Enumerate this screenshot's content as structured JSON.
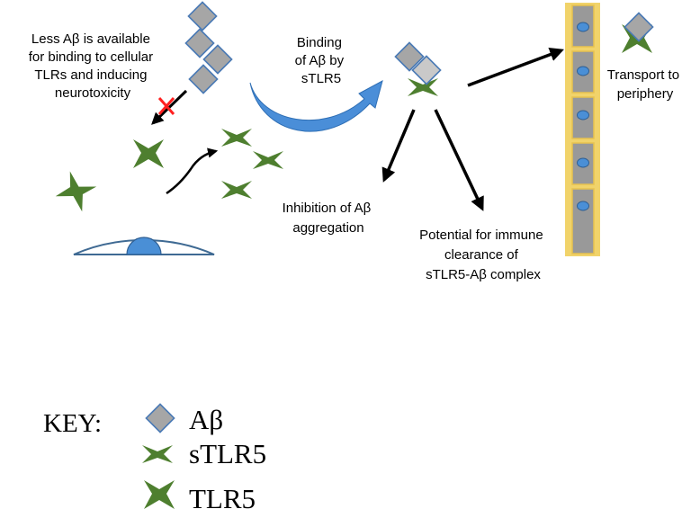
{
  "labels": {
    "less_ab_1": "Less Aβ is available",
    "less_ab_2": "for binding to cellular",
    "less_ab_3": "TLRs and inducing",
    "less_ab_4": "neurotoxicity",
    "binding_1": "Binding",
    "binding_2": "of Aβ by",
    "binding_3": "sTLR5",
    "transport_1": "Transport to",
    "transport_2": "periphery",
    "inhibition_1": "Inhibition of Aβ",
    "inhibition_2": "aggregation",
    "potential_1": "Potential for immune",
    "potential_2": "clearance of",
    "potential_3": "sTLR5-Aβ complex"
  },
  "key": {
    "title": "KEY:",
    "ab": "Aβ",
    "stlr5": "sTLR5",
    "tlr5": "TLR5"
  },
  "colors": {
    "ab_fill": "#a6a6a6",
    "ab_stroke": "#4a7ab5",
    "ab_light_fill": "#c9c9c9",
    "stlr5_green": "#4e7f2f",
    "cell_outline": "#3f6a93",
    "nucleus_blue": "#4a8fd6",
    "curve_arrow_blue": "#4a8ed8",
    "vessel_gold": "#f1d36a",
    "vessel_cell_gray": "#999999",
    "inhibit_cross": "#ff2020"
  },
  "icons": [
    "ab-diamond-icon",
    "stlr5-icon",
    "tlr5-icon",
    "inhibit-cross-icon",
    "nucleus-icon",
    "arrow-icon"
  ]
}
